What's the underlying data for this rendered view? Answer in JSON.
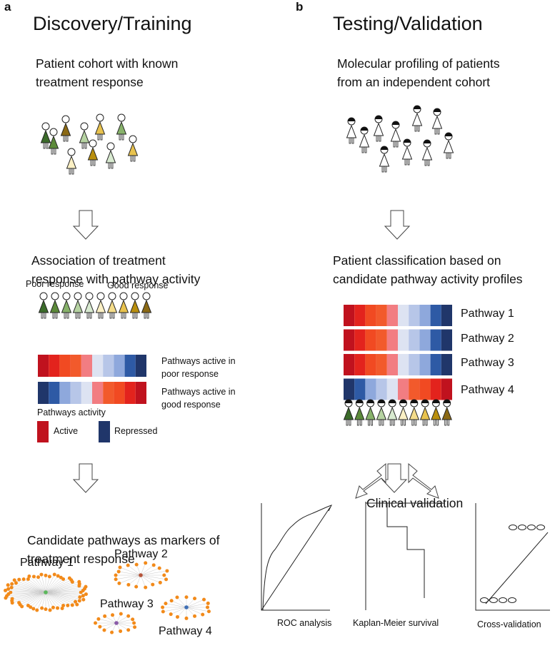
{
  "panel_a": {
    "label": "a",
    "title": "Discovery/Training",
    "cohort_text": "Patient cohort with known treatment response",
    "association_text": "Association of treatment response with pathway activity",
    "poor_response_label": "Poor response",
    "good_response_label": "Good response",
    "heatmap_row1_label": "Pathways active in poor response",
    "heatmap_row2_label": "Pathways active in good response",
    "heatmap_row1_colors": [
      "#c0121e",
      "#e3231d",
      "#f14a22",
      "#f25a2c",
      "#f27d82",
      "#dde3f2",
      "#b7c6e8",
      "#8ea8dc",
      "#2e5aa5",
      "#20366a"
    ],
    "heatmap_row2_colors": [
      "#20366a",
      "#2e5aa5",
      "#8ea8dc",
      "#b7c6e8",
      "#dde3f2",
      "#f27d82",
      "#f25a2c",
      "#f14a22",
      "#e3231d",
      "#c0121e"
    ],
    "legend_title": "Pathways activity",
    "legend_active": "Active",
    "legend_repressed": "Repressed",
    "legend_active_color": "#c0121e",
    "legend_repressed_color": "#20366a",
    "candidate_text": "Candidate pathways as markers of treatment response",
    "pathway_labels": [
      "Pathway 1",
      "Pathway 2",
      "Pathway 3",
      "Pathway 4"
    ],
    "network_center_colors": [
      "#5cb85c",
      "#b5553a",
      "#8a5aa8",
      "#3f6fb5"
    ],
    "network_node_color": "#f28a1a"
  },
  "panel_b": {
    "label": "b",
    "title": "Testing/Validation",
    "profiling_text": "Molecular profiling of patients from an independent cohort",
    "classification_text": "Patient classification based on candidate pathway activity profiles",
    "pathway_rows": [
      {
        "label": "Pathway 1",
        "colors": [
          "#c0121e",
          "#e3231d",
          "#f14a22",
          "#f25a2c",
          "#f27d82",
          "#dde3f2",
          "#b7c6e8",
          "#8ea8dc",
          "#2e5aa5",
          "#20366a"
        ]
      },
      {
        "label": "Pathway 2",
        "colors": [
          "#c0121e",
          "#e3231d",
          "#f14a22",
          "#f25a2c",
          "#f27d82",
          "#dde3f2",
          "#b7c6e8",
          "#8ea8dc",
          "#2e5aa5",
          "#20366a"
        ]
      },
      {
        "label": "Pathway 3",
        "colors": [
          "#c0121e",
          "#e3231d",
          "#f14a22",
          "#f25a2c",
          "#f27d82",
          "#dde3f2",
          "#b7c6e8",
          "#8ea8dc",
          "#2e5aa5",
          "#20366a"
        ]
      },
      {
        "label": "Pathway 4",
        "colors": [
          "#20366a",
          "#2e5aa5",
          "#8ea8dc",
          "#b7c6e8",
          "#dde3f2",
          "#f27d82",
          "#f25a2c",
          "#f14a22",
          "#e3231d",
          "#c0121e"
        ]
      }
    ],
    "clinical_text": "Clinical validation",
    "roc_label": "ROC analysis",
    "km_label": "Kaplan-Meier survival",
    "cv_label": "Cross-validation"
  },
  "patient_colors": [
    "#3b6b2a",
    "#5c8a3a",
    "#87b26a",
    "#b6d3a2",
    "#d8ead0",
    "#fbf0c4",
    "#f4dc8a",
    "#e8c24e",
    "#b98f0e",
    "#8b6914"
  ]
}
